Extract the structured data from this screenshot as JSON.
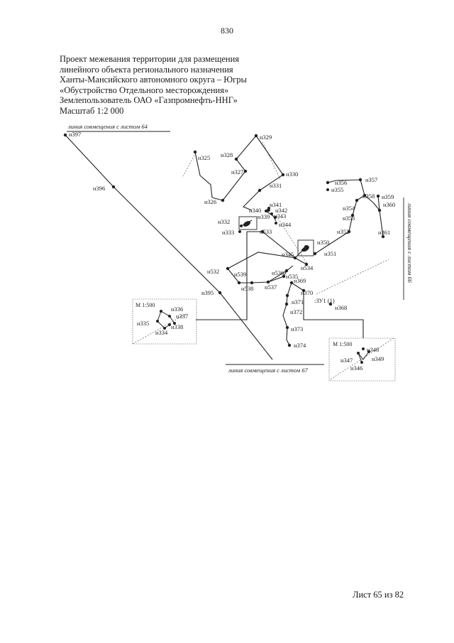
{
  "page_number": "830",
  "header_lines": [
    "Проект межевания территории для размещения",
    "линейного объекта регионального назначения",
    "Ханты-Мансийского автономного округа – Югры",
    "«Обустройство Отдельного месторождения»",
    "Землепользователь ОАО «Газпромнефть-ННГ»",
    "Масштаб 1:2 000"
  ],
  "map": {
    "match_line_top": "линия совмещения с листом 64",
    "match_line_bottom": "линия совмещения с листом 67",
    "match_line_right": "линия совмещения с листом 66",
    "inset_scale_left": "М 1:500",
    "inset_scale_right": "М 1:500",
    "parcel_label": ":ЗУ1 (1)",
    "points": {
      "p397": "н397",
      "p396": "н396",
      "p395": "н395",
      "p329": "н329",
      "p328": "н328",
      "p325": "н325",
      "p327": "н327",
      "p330": "н330",
      "p331": "н331",
      "p326": "н326",
      "p341": "н341",
      "p340": "н340",
      "p342": "н342",
      "p339": "н339",
      "p343": "н343",
      "p332": "н332",
      "p344": "н344",
      "p333": "н333",
      "p533": "н533",
      "p356": "н356",
      "p357": "н357",
      "p355": "н355",
      "p358": "н358",
      "p359": "н359",
      "p360": "н360",
      "p354": "н354",
      "p353": "н353",
      "p352": "н352",
      "p361": "н361",
      "p350": "н350",
      "p345": "н345",
      "p351": "н351",
      "p534": "н534",
      "p532": "н532",
      "p539": "н539",
      "p536": "н536",
      "p535": "н535",
      "p538": "н538",
      "p537": "н537",
      "p369": "н369",
      "p370": "н370",
      "p371": "н371",
      "p368": "н368",
      "p372": "н372",
      "p373": "н373",
      "p374": "н374",
      "p336": "н336",
      "p337": "н337",
      "p335": "н335",
      "p338": "н338",
      "p334": "н334",
      "p348": "н348",
      "p349": "н349",
      "p347": "н347",
      "p346": "н346"
    }
  },
  "footer": "Лист 65 из 82"
}
